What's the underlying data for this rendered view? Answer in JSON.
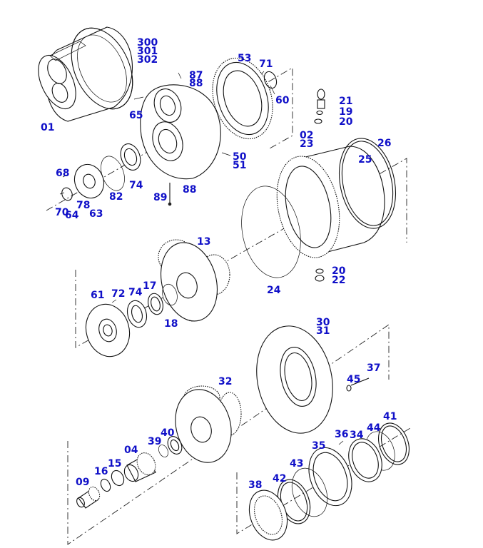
{
  "diagram": {
    "labels": [
      {
        "id": "300",
        "text": "300"
      },
      {
        "id": "301",
        "text": "301"
      },
      {
        "id": "302",
        "text": "302"
      },
      {
        "id": "01",
        "text": "01"
      },
      {
        "id": "53",
        "text": "53"
      },
      {
        "id": "71",
        "text": "71"
      },
      {
        "id": "87",
        "text": "87"
      },
      {
        "id": "88a",
        "text": "88"
      },
      {
        "id": "65",
        "text": "65"
      },
      {
        "id": "60",
        "text": "60"
      },
      {
        "id": "21",
        "text": "21"
      },
      {
        "id": "19",
        "text": "19"
      },
      {
        "id": "20a",
        "text": "20"
      },
      {
        "id": "02",
        "text": "02"
      },
      {
        "id": "23",
        "text": "23"
      },
      {
        "id": "26",
        "text": "26"
      },
      {
        "id": "25",
        "text": "25"
      },
      {
        "id": "50",
        "text": "50"
      },
      {
        "id": "51",
        "text": "51"
      },
      {
        "id": "68",
        "text": "68"
      },
      {
        "id": "74a",
        "text": "74"
      },
      {
        "id": "82",
        "text": "82"
      },
      {
        "id": "88b",
        "text": "88"
      },
      {
        "id": "89",
        "text": "89"
      },
      {
        "id": "70",
        "text": "70"
      },
      {
        "id": "78",
        "text": "78"
      },
      {
        "id": "64",
        "text": "64"
      },
      {
        "id": "63",
        "text": "63"
      },
      {
        "id": "13",
        "text": "13"
      },
      {
        "id": "20b",
        "text": "20"
      },
      {
        "id": "22",
        "text": "22"
      },
      {
        "id": "24",
        "text": "24"
      },
      {
        "id": "61",
        "text": "61"
      },
      {
        "id": "72",
        "text": "72"
      },
      {
        "id": "74b",
        "text": "74"
      },
      {
        "id": "17",
        "text": "17"
      },
      {
        "id": "18",
        "text": "18"
      },
      {
        "id": "30",
        "text": "30"
      },
      {
        "id": "31",
        "text": "31"
      },
      {
        "id": "32",
        "text": "32"
      },
      {
        "id": "45",
        "text": "45"
      },
      {
        "id": "37",
        "text": "37"
      },
      {
        "id": "41",
        "text": "41"
      },
      {
        "id": "36",
        "text": "36"
      },
      {
        "id": "44",
        "text": "44"
      },
      {
        "id": "34",
        "text": "34"
      },
      {
        "id": "39",
        "text": "39"
      },
      {
        "id": "40",
        "text": "40"
      },
      {
        "id": "04",
        "text": "04"
      },
      {
        "id": "35",
        "text": "35"
      },
      {
        "id": "15",
        "text": "15"
      },
      {
        "id": "16",
        "text": "16"
      },
      {
        "id": "43",
        "text": "43"
      },
      {
        "id": "09",
        "text": "09"
      },
      {
        "id": "42",
        "text": "42"
      },
      {
        "id": "38",
        "text": "38"
      }
    ]
  }
}
